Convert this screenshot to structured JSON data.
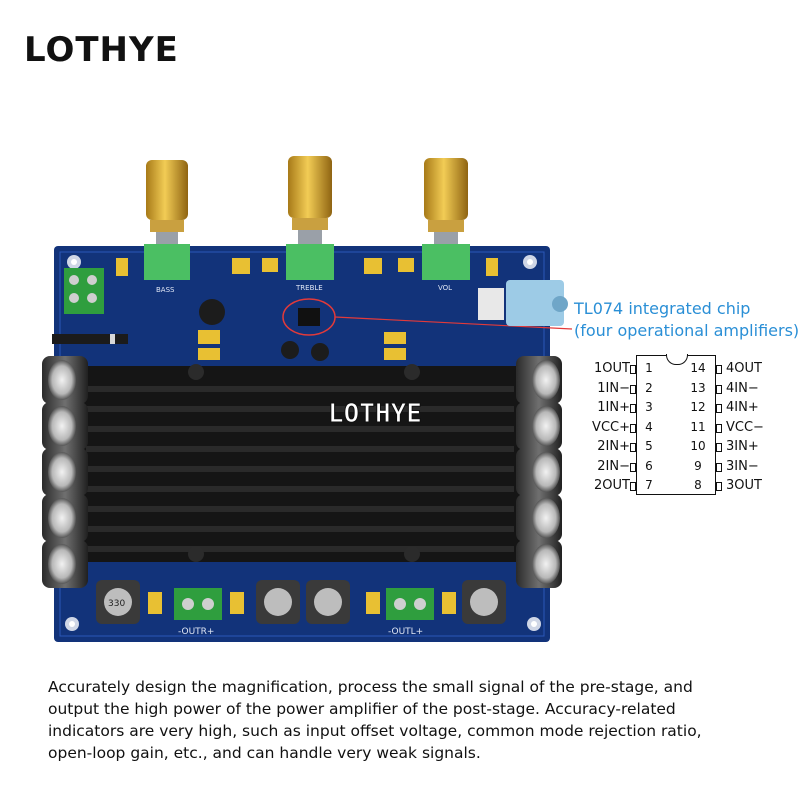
{
  "brand": "LOTHYE",
  "watermark": "LOTHYE",
  "callout": {
    "line1": "TL074 integrated chip",
    "line2": "(four operational amplifiers)",
    "color": "#2a8fd6"
  },
  "board_labels": {
    "bass": "BASS",
    "treble": "TREBLE",
    "vol": "VOL",
    "outr": "-OUTR+",
    "outl": "-OUTL+",
    "inductor": "330"
  },
  "pinout": {
    "left": [
      {
        "num": "1",
        "label": "1OUT"
      },
      {
        "num": "2",
        "label": "1IN−"
      },
      {
        "num": "3",
        "label": "1IN+"
      },
      {
        "num": "4",
        "label": "VCC+"
      },
      {
        "num": "5",
        "label": "2IN+"
      },
      {
        "num": "6",
        "label": "2IN−"
      },
      {
        "num": "7",
        "label": "2OUT"
      }
    ],
    "right": [
      {
        "num": "14",
        "label": "4OUT"
      },
      {
        "num": "13",
        "label": "4IN−"
      },
      {
        "num": "12",
        "label": "4IN+"
      },
      {
        "num": "11",
        "label": "VCC−"
      },
      {
        "num": "10",
        "label": "3IN+"
      },
      {
        "num": "9",
        "label": "3IN−"
      },
      {
        "num": "8",
        "label": "3OUT"
      }
    ]
  },
  "description": [
    "Accurately design the magnification, process the small signal of the pre-stage, and",
    "output the high power of the power amplifier of the post-stage. Accuracy-related",
    "indicators are very high, such as input offset voltage, common mode rejection ratio,",
    "open-loop gain, etc., and can handle very weak signals."
  ]
}
